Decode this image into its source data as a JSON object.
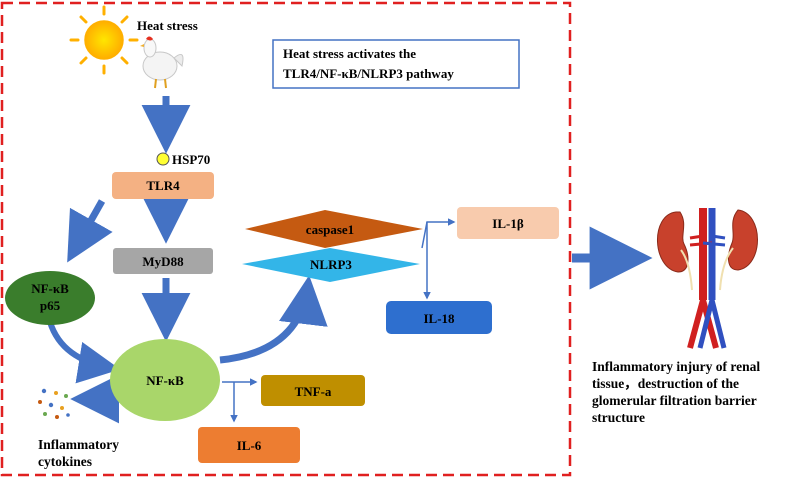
{
  "heat_stress_label": "Heat stress",
  "pathway_title": [
    "Heat stress activates the",
    "TLR4/NF-κB/NLRP3 pathway"
  ],
  "nodes": {
    "hsp70": "HSP70",
    "tlr4": "TLR4",
    "myd88": "MyD88",
    "nfkb_p65": [
      "NF-κB",
      "p65"
    ],
    "nfkb": "NF-κB",
    "caspase1": "caspase1",
    "nlrp3": "NLRP3",
    "il1b": "IL-1β",
    "il18": "IL-18",
    "tnfa": "TNF-a",
    "il6": "IL-6"
  },
  "cytokines_label": [
    "Inflammatory",
    "cytokines"
  ],
  "outcome_label": [
    "Inflammatory injury of renal",
    "tissue，destruction of the",
    "glomerular filtration barrier",
    "structure"
  ],
  "colors": {
    "frame": "#e02020",
    "arrow": "#4472c4",
    "tlr4": "#f4b183",
    "myd88": "#a6a6a6",
    "nfkb_p65": "#3a7d2c",
    "nfkb": "#a9d66a",
    "caspase1": "#c55a11",
    "nlrp3": "#33b5e8",
    "il1b": "#f8cbad",
    "il18": "#2e6fcf",
    "tnfa": "#bf8f00",
    "il6": "#ed7d31",
    "hsp70": "#ffff33"
  },
  "icons": [
    "sun-icon",
    "chicken-icon",
    "cytokine-dots-icon",
    "kidney-icon"
  ]
}
